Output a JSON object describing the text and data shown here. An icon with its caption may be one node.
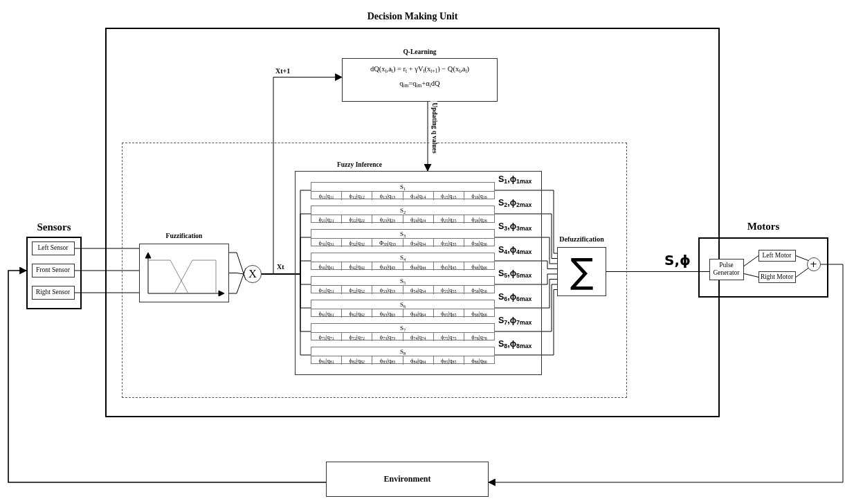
{
  "diagram": {
    "nodes": [
      {
        "text": [
          "Decision Making Unit"
        ]
      },
      {
        "text": [],
        "shape": "box",
        "in": 0
      },
      {
        "text": [
          "Q-Learning",
          "dQ(x$_{t}$,a$_{t}$) = r$_{t}$ + γV$_{t}$(x$_{t+1}$) − Q(x$_{t}$,a$_{t}$)",
          "q$_{im}$=q$_{im}$+α$_{i}$dQ"
        ],
        "in": 0
      },
      {
        "text": [
          "Sensors"
        ]
      },
      {
        "text": [
          "Left Sensor"
        ],
        "in": 3
      },
      {
        "text": [
          "Front Sensor"
        ],
        "in": 3
      },
      {
        "text": [
          "Right Sensor"
        ],
        "in": 3
      },
      {
        "text": [
          "Fuzzification"
        ],
        "in": 1
      },
      {
        "text": [
          "X"
        ],
        "in": 1
      },
      {
        "text": [
          "Fuzzy Inference"
        ],
        "in": 1
      },
      {
        "text": [
          "S$_{1}$",
          "ϕ$_{11}$|q$_{11}$",
          "ϕ$_{12}$|q$_{12}$",
          "ϕ$_{13}$|q$_{13}$",
          "ϕ$_{14}$|q$_{14}$",
          "ϕ$_{15}$|q$_{15}$",
          "ϕ$_{16}$|q$_{16}$"
        ],
        "beside": [
          "S$_{1}$,ϕ$_{1max}$"
        ],
        "in": 9
      },
      {
        "text": [
          "S$_{2}$",
          "ϕ$_{21}$|q$_{21}$",
          "ϕ$_{22}$|q$_{22}$",
          "ϕ$_{23}$|q$_{23}$",
          "ϕ$_{24}$|q$_{24}$",
          "ϕ$_{25}$|q$_{25}$",
          "ϕ$_{26}$|q$_{26}$"
        ],
        "beside": [
          "S$_{2}$,ϕ$_{2max}$"
        ],
        "in": 9
      },
      {
        "text": [
          "S$_{3}$",
          "ϕ$_{31}$|q$_{31}$",
          "ϕ$_{32}$|q$_{32}$",
          "Φ$_{33}$|q$_{33}$",
          "ϕ$_{34}$|q$_{34}$",
          "ϕ$_{35}$|q$_{35}$",
          "ϕ$_{36}$|q$_{36}$"
        ],
        "beside": [
          "S$_{3}$,ϕ$_{3max}$"
        ],
        "in": 9
      },
      {
        "text": [
          "S$_{4}$",
          "ϕ$_{41}$|q$_{41}$",
          "ϕ$_{42}$|q$_{42}$",
          "ϕ$_{43}$|q$_{43}$",
          "ϕ$_{44}$|q$_{44}$",
          "ϕ$_{45}$|q$_{45}$",
          "ϕ$_{46}$|q$_{46}$"
        ],
        "beside": [
          "S$_{4}$,ϕ$_{4max}$"
        ],
        "in": 9
      },
      {
        "text": [
          "S$_{5}$",
          "ϕ$_{51}$|q$_{51}$",
          "ϕ$_{52}$|q$_{52}$",
          "ϕ$_{53}$|q$_{53}$",
          "ϕ$_{54}$|q$_{54}$",
          "ϕ$_{55}$|q$_{55}$",
          "ϕ$_{56}$|q$_{56}$"
        ],
        "beside": [
          "S$_{5}$,ϕ$_{5max}$"
        ],
        "in": 9
      },
      {
        "text": [
          "S$_{6}$",
          "ϕ$_{61}$|q$_{61}$",
          "ϕ$_{62}$|q$_{62}$",
          "ϕ$_{63}$|q$_{63}$",
          "ϕ$_{64}$|q$_{64}$",
          "ϕ$_{65}$|q$_{65}$",
          "ϕ$_{66}$|q$_{66}$"
        ],
        "beside": [
          "S$_{6}$,ϕ$_{6max}$"
        ],
        "in": 9
      },
      {
        "text": [
          "S$_{7}$",
          "ϕ$_{71}$|q$_{71}$",
          "ϕ$_{72}$|q$_{72}$",
          "ϕ$_{73}$|q$_{73}$",
          "ϕ$_{74}$|q$_{74}$",
          "ϕ$_{75}$|q$_{75}$",
          "ϕ$_{76}$|q$_{76}$"
        ],
        "beside": [
          "S$_{7}$,ϕ$_{7max}$"
        ],
        "in": 9
      },
      {
        "text": [
          "S$_{8}$",
          "ϕ$_{81}$|q$_{81}$",
          "ϕ$_{82}$|q$_{82}$",
          "ϕ$_{83}$|q$_{83}$",
          "ϕ$_{84}$|q$_{84}$",
          "ϕ$_{85}$|q$_{85}$",
          "ϕ$_{86}$|q$_{86}$"
        ],
        "beside": [
          "S$_{8}$,ϕ$_{8max}$"
        ],
        "in": 9
      },
      {
        "text": [
          "Defuzzification",
          "∑"
        ],
        "in": 1
      },
      {
        "text": [
          "Motors"
        ]
      },
      {
        "text": [
          "Pulse Generator"
        ],
        "in": 19
      },
      {
        "text": [
          "Left Motor"
        ],
        "in": 19
      },
      {
        "text": [
          "Right Motor"
        ],
        "in": 19
      },
      {
        "text": [
          "+"
        ],
        "in": 19
      },
      {
        "text": [
          "Environment"
        ]
      }
    ],
    "edges": [
      {
        "from": 4,
        "to": 7,
        "arrow": "none"
      },
      {
        "from": 5,
        "to": 7,
        "arrow": "none"
      },
      {
        "from": 6,
        "to": 7,
        "arrow": "none"
      },
      {
        "from": 7,
        "to": 8,
        "arrow": "none"
      },
      {
        "from": 7,
        "to": 8,
        "arrow": "none"
      },
      {
        "from": 7,
        "to": 8,
        "arrow": "none"
      },
      {
        "from": 8,
        "to": 2,
        "arrow": "to",
        "label": "Xt+1"
      },
      {
        "from": 8,
        "to": 10,
        "arrow": "none",
        "label": "Xt"
      },
      {
        "from": 8,
        "to": 11,
        "arrow": "none"
      },
      {
        "from": 8,
        "to": 12,
        "arrow": "none"
      },
      {
        "from": 8,
        "to": 13,
        "arrow": "none"
      },
      {
        "from": 8,
        "to": 14,
        "arrow": "none"
      },
      {
        "from": 8,
        "to": 15,
        "arrow": "none"
      },
      {
        "from": 8,
        "to": 16,
        "arrow": "none"
      },
      {
        "from": 8,
        "to": 17,
        "arrow": "none"
      },
      {
        "from": 2,
        "to": 9,
        "arrow": "to",
        "label": "Updating q values"
      },
      {
        "from": 10,
        "to": 18,
        "arrow": "none"
      },
      {
        "from": 11,
        "to": 18,
        "arrow": "none"
      },
      {
        "from": 12,
        "to": 18,
        "arrow": "none"
      },
      {
        "from": 13,
        "to": 18,
        "arrow": "none"
      },
      {
        "from": 14,
        "to": 18,
        "arrow": "none"
      },
      {
        "from": 15,
        "to": 18,
        "arrow": "none"
      },
      {
        "from": 16,
        "to": 18,
        "arrow": "none"
      },
      {
        "from": 17,
        "to": 18,
        "arrow": "none"
      },
      {
        "from": 18,
        "to": 20,
        "arrow": "none",
        "label": "S,ϕ"
      },
      {
        "from": 20,
        "to": 21,
        "arrow": "none"
      },
      {
        "from": 20,
        "to": 22,
        "arrow": "none"
      },
      {
        "from": 21,
        "to": 23,
        "arrow": "none"
      },
      {
        "from": 22,
        "to": 23,
        "arrow": "none"
      },
      {
        "from": 23,
        "to": 24,
        "arrow": "to"
      },
      {
        "from": 24,
        "to": 3,
        "arrow": "to"
      }
    ]
  }
}
